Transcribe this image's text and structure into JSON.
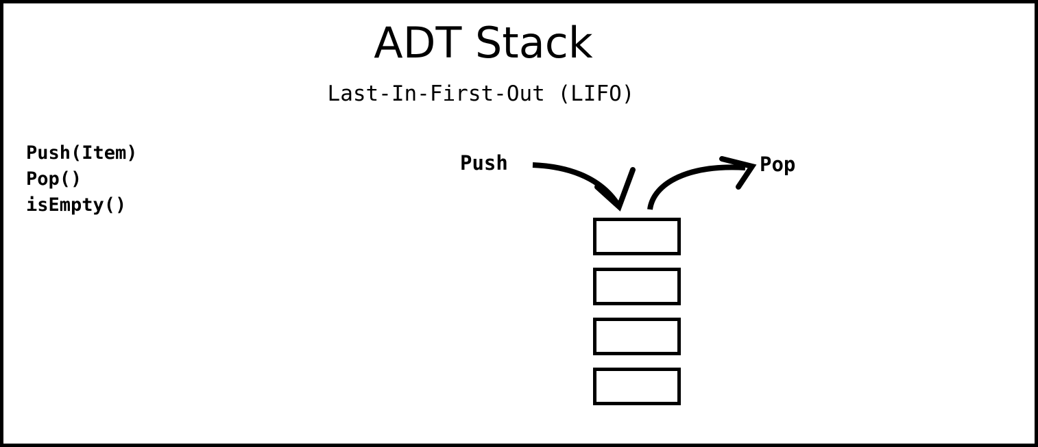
{
  "diagram": {
    "title": "ADT Stack",
    "subtitle": "Last-In-First-Out (LIFO)",
    "operations": [
      "Push(Item)",
      "Pop()",
      "isEmpty()"
    ],
    "arrows": [
      {
        "label": "Push",
        "direction": "into-stack-top"
      },
      {
        "label": "Pop",
        "direction": "out-of-stack-top"
      }
    ],
    "stack": {
      "cell_count": 4,
      "cells": [
        "",
        "",
        "",
        ""
      ]
    },
    "colors": {
      "ink": "#000000",
      "background": "#ffffff",
      "frame": "#000000"
    }
  }
}
